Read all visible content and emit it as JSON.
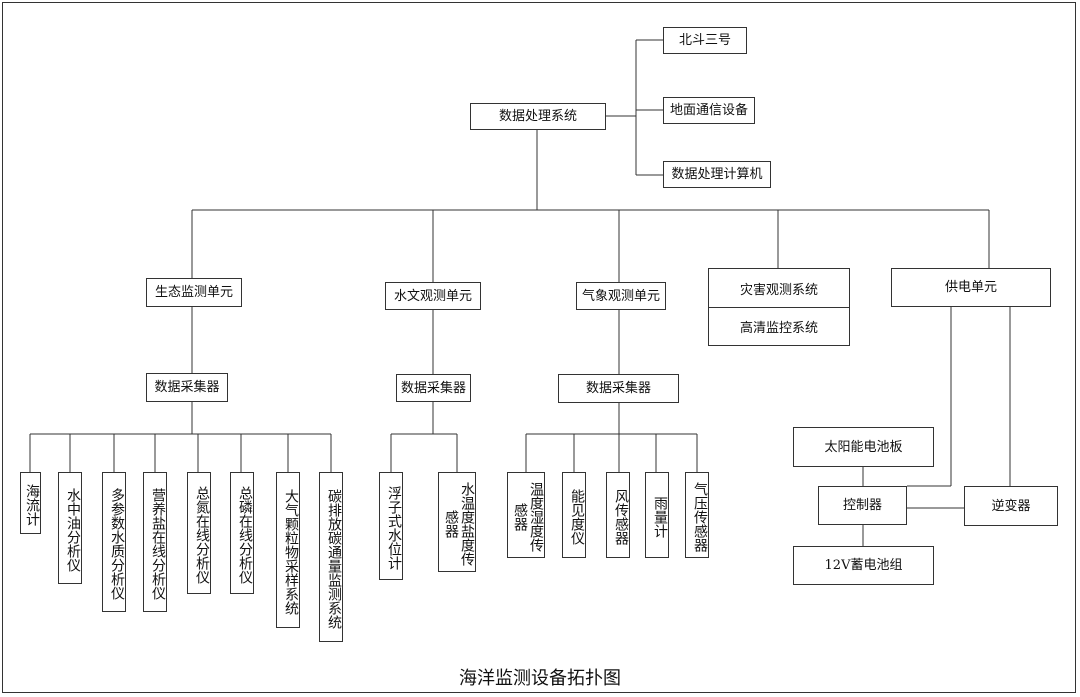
{
  "title": "海洋监测设备拓扑图",
  "top": {
    "processing": "数据处理系统",
    "beidou": "北斗三号",
    "ground": "地面通信设备",
    "computer": "数据处理计算机"
  },
  "units": {
    "eco": "生态监测单元",
    "hydro": "水文观测单元",
    "meteo": "气象观测单元",
    "disaster": "灾害观测系统",
    "hd_monitor": "高清监控系统",
    "power": "供电单元"
  },
  "collectors": {
    "eco": "数据采集器",
    "hydro": "数据采集器",
    "meteo": "数据采集器"
  },
  "eco_sensors": [
    "海流计",
    "水中油分析仪",
    "多参数水质分析仪",
    "营养盐在线分析仪",
    "总氮在线分析仪",
    "总磷在线分析仪",
    "大气颗粒物采样系统",
    "碳排放碳通量监测系统"
  ],
  "hydro_sensors": [
    "浮子式水位计",
    "水温度盐度传感器"
  ],
  "meteo_sensors": [
    "温度湿度传感器",
    "能见度仪",
    "风传感器",
    "雨量计",
    "气压传感器"
  ],
  "power": {
    "solar": "太阳能电池板",
    "controller": "控制器",
    "inverter": "逆变器",
    "battery": "12V蓄电池组"
  }
}
